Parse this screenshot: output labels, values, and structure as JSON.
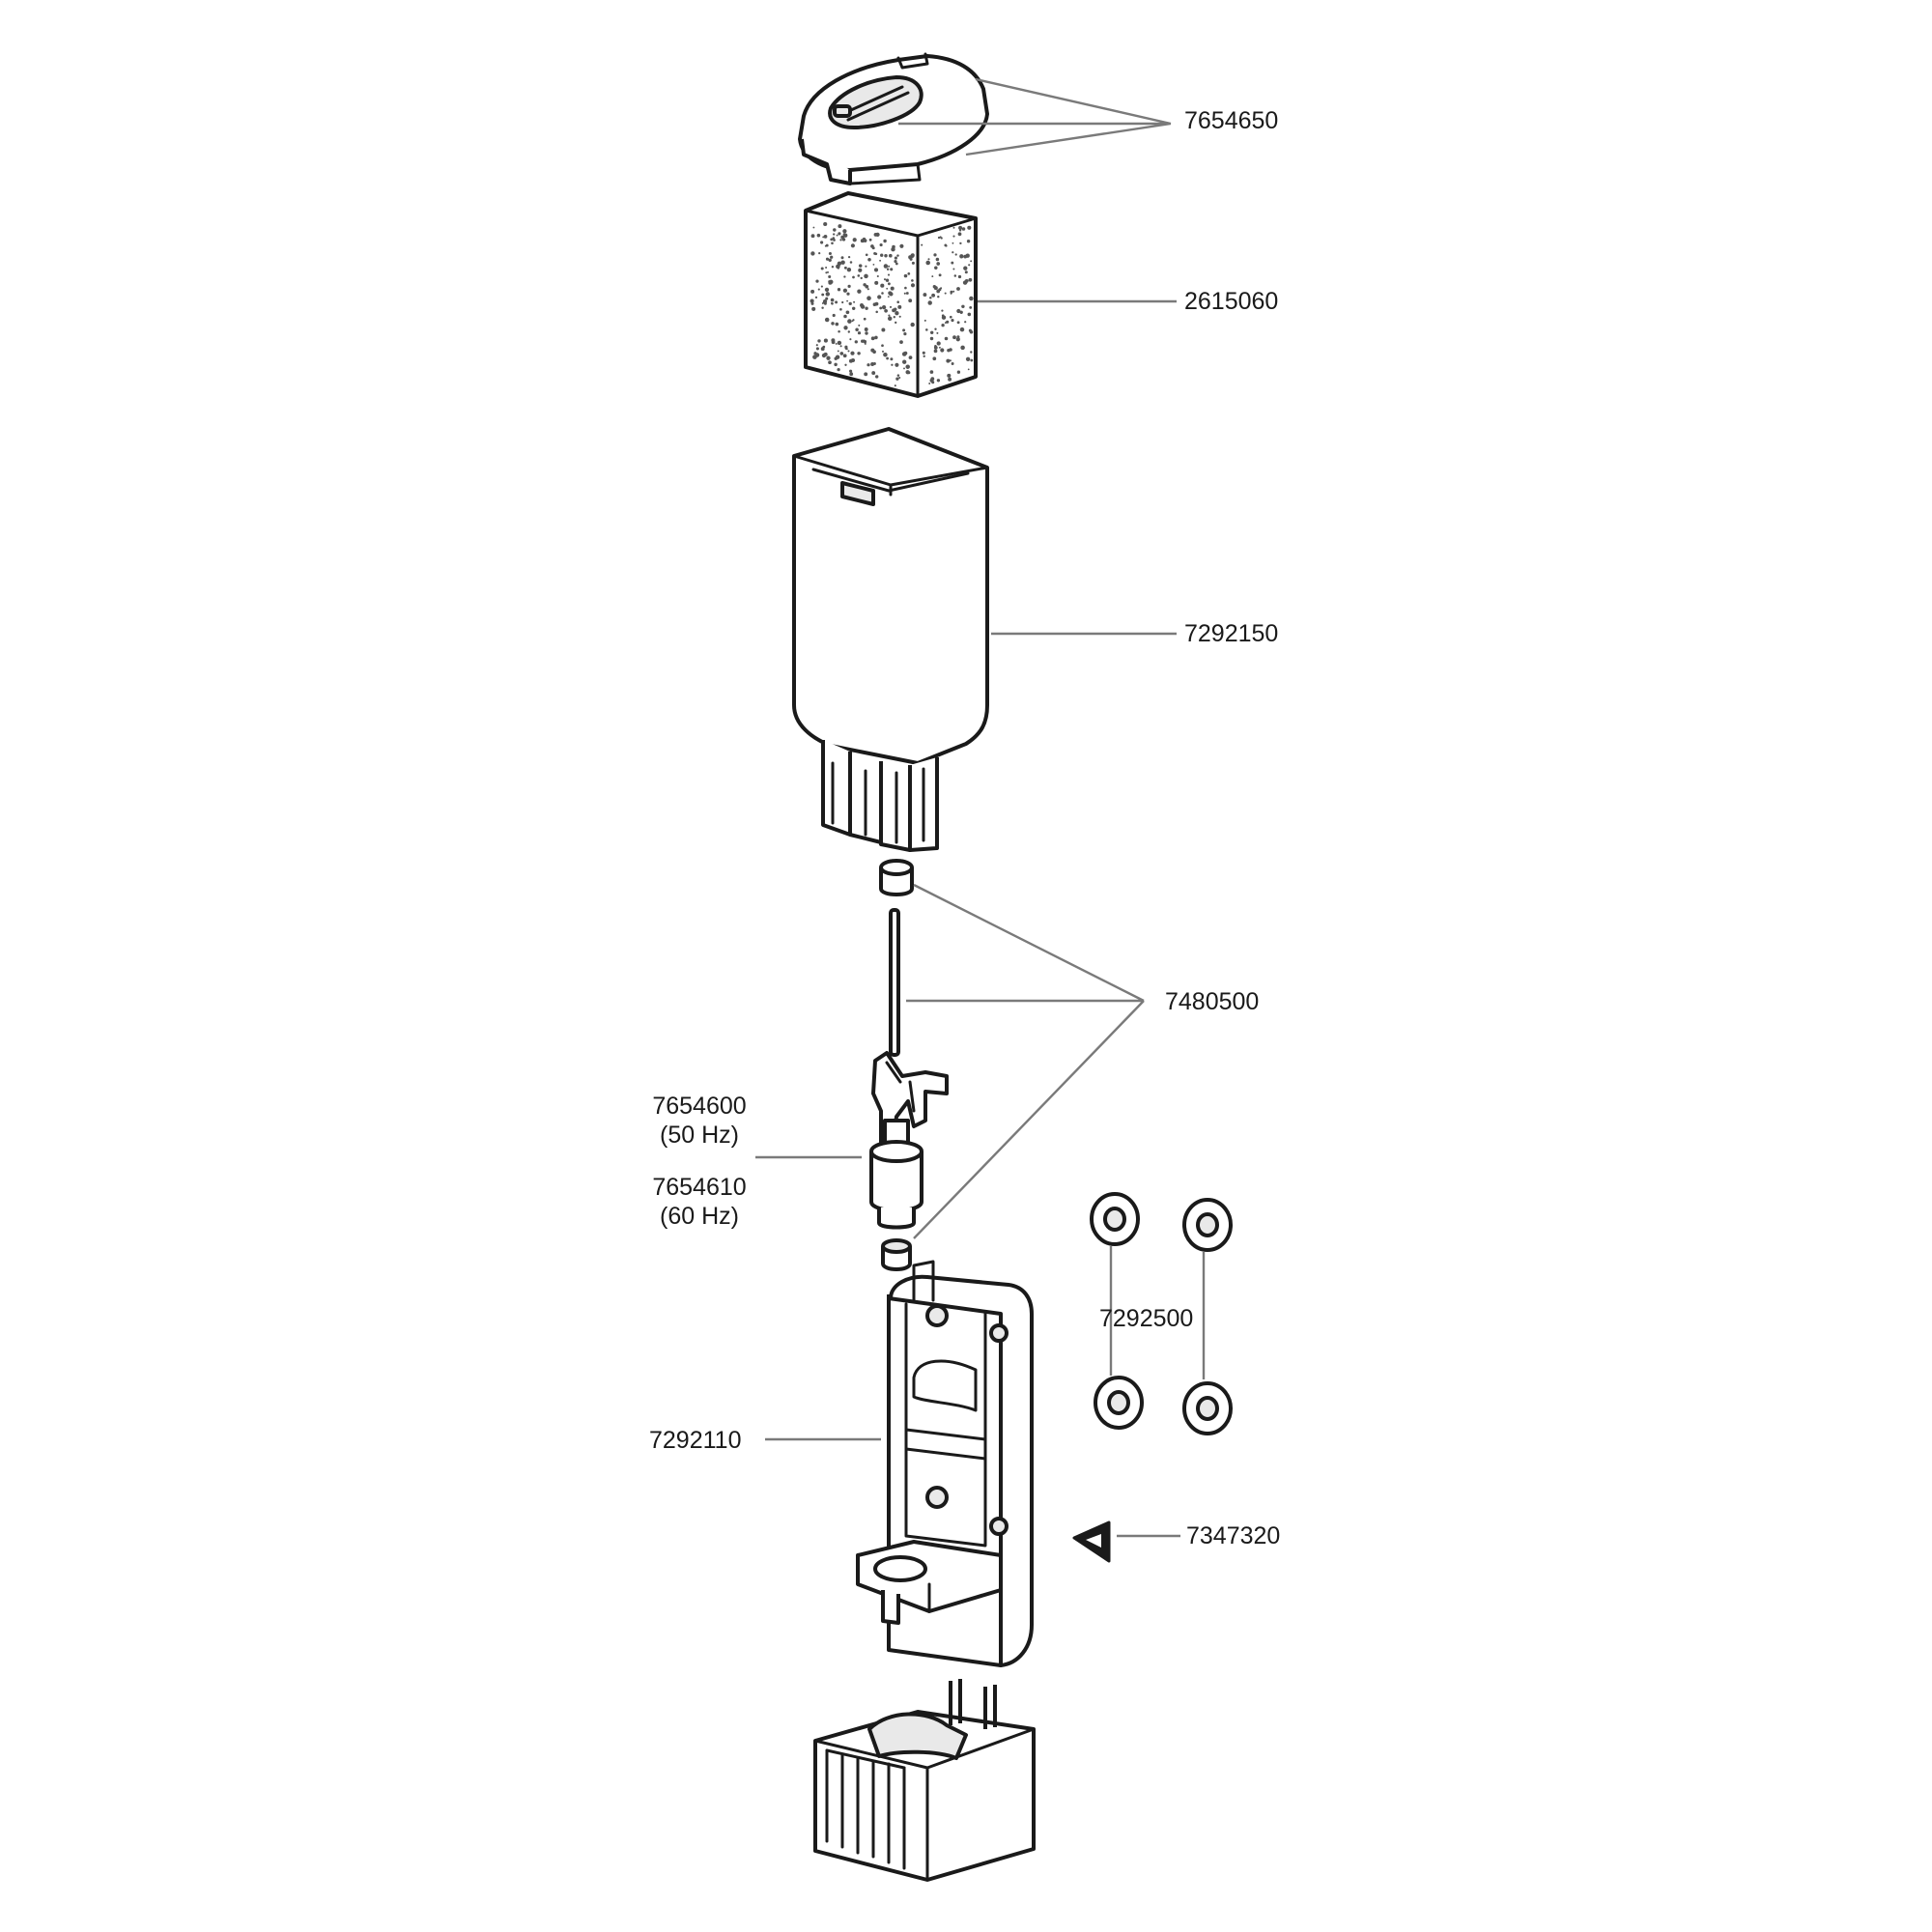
{
  "labels": {
    "lid": "7654650",
    "sponge": "2615060",
    "housing": "7292150",
    "shaft_set": "7480500",
    "impeller_50_code": "7654600",
    "impeller_50_freq": "(50 Hz)",
    "impeller_60_code": "7654610",
    "impeller_60_freq": "(60 Hz)",
    "suction_cups": "7292500",
    "motor_cover": "7292110",
    "clip": "7347320"
  },
  "colors": {
    "line": "#1a1a1a",
    "leader": "#7a7a7a",
    "sponge_dot": "#555555"
  }
}
